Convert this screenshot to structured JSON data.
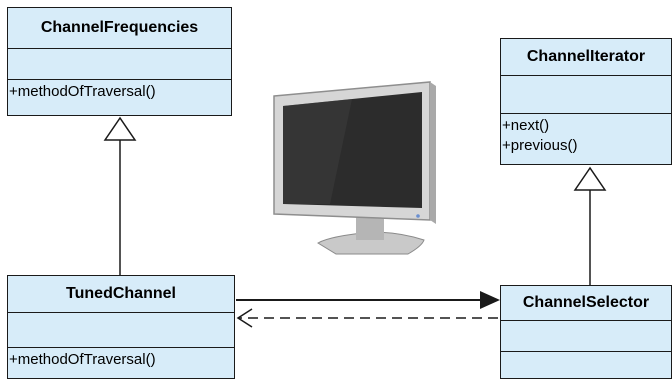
{
  "classes": {
    "channel_frequencies": {
      "name": "ChannelFrequencies",
      "operations": [
        "+methodOfTraversal()"
      ]
    },
    "channel_iterator": {
      "name": "ChannelIterator",
      "operations": [
        "+next()",
        "+previous()"
      ]
    },
    "tuned_channel": {
      "name": "TunedChannel",
      "operations": [
        "+methodOfTraversal()"
      ]
    },
    "channel_selector": {
      "name": "ChannelSelector",
      "operations": []
    }
  },
  "colors": {
    "class_fill": "#d7ecf9",
    "line": "#1a1a1a"
  },
  "image": {
    "icon": "flat-screen-tv-icon"
  }
}
